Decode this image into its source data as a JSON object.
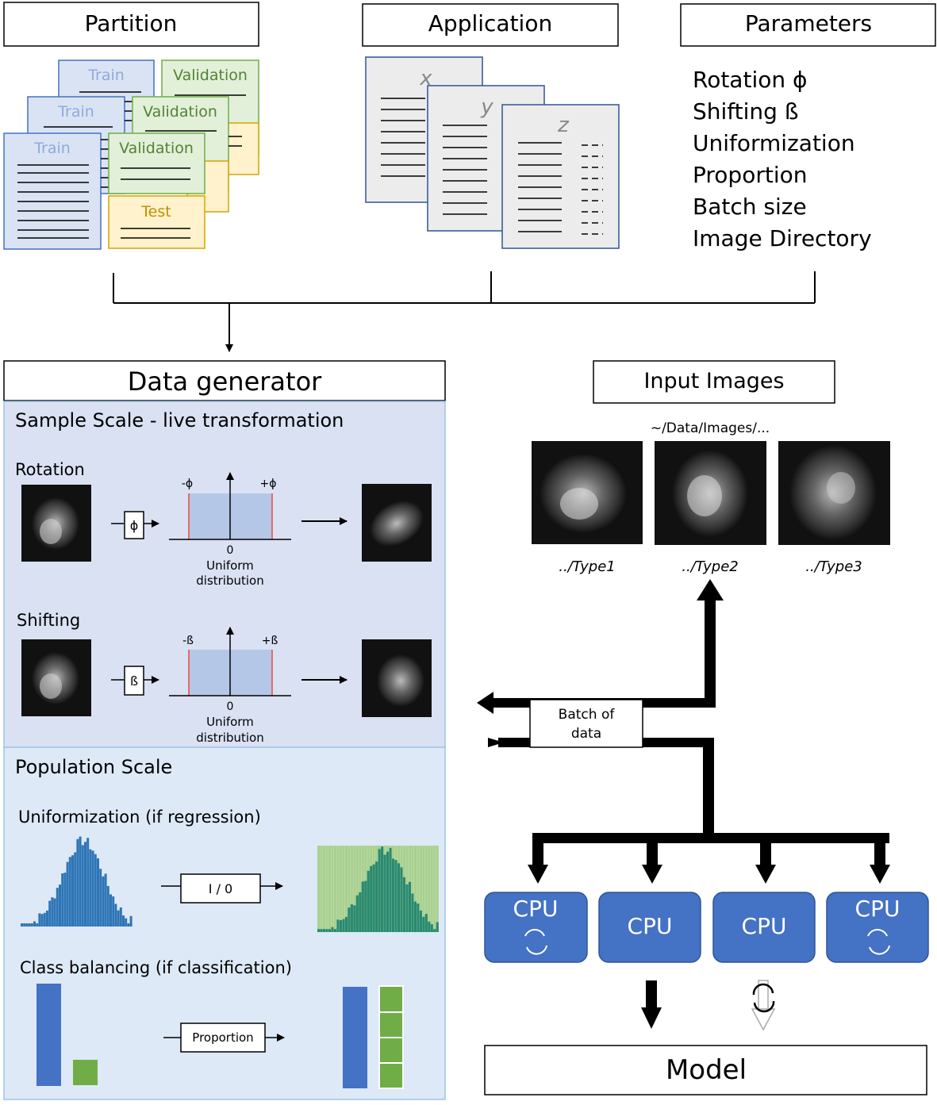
{
  "headers": {
    "partition": "Partition",
    "application": "Application",
    "parameters": "Parameters",
    "data_generator": "Data generator",
    "input_images": "Input Images",
    "model": "Model"
  },
  "partition": {
    "train": "Train",
    "validation": "Validation",
    "test": "Test"
  },
  "application": {
    "x": "x",
    "y": "y",
    "z": "z"
  },
  "parameters": [
    "Rotation ϕ",
    "Shifting ß",
    "Uniformization",
    "Proportion",
    "Batch size",
    "Image Directory"
  ],
  "sample_scale": {
    "title": "Sample Scale - live transformation",
    "rotation": {
      "label": "Rotation",
      "box": "ϕ",
      "neg": "-ϕ",
      "pos": "+ϕ",
      "zero": "0",
      "dist1": "Uniform",
      "dist2": "distribution"
    },
    "shifting": {
      "label": "Shifting",
      "box": "ß",
      "neg": "-ß",
      "pos": "+ß",
      "zero": "0",
      "dist1": "Uniform",
      "dist2": "distribution"
    }
  },
  "population_scale": {
    "title": "Population Scale",
    "uniformization": "Uniformization (if regression)",
    "io_box": "I / 0",
    "class_balancing": "Class balancing  (if classification)",
    "proportion_box": "Proportion"
  },
  "input_images": {
    "path": "~/Data/Images/...",
    "types": [
      "../Type1",
      "../Type2",
      "../Type3"
    ]
  },
  "batch": {
    "line1": "Batch of",
    "line2": "data"
  },
  "cpus": [
    "CPU",
    "CPU",
    "CPU",
    "CPU"
  ],
  "colors": {
    "train": "#4472c4",
    "train_fill": "#dae3f3",
    "validation": "#70ad47",
    "validation_fill": "#e2f0d9",
    "test": "#d6a400",
    "test_fill": "#fff2cc",
    "sample_bg": "#dae1f3",
    "population_bg": "#dde9f6",
    "cpu": "#4472c4",
    "hist_blue": "#2e75b6",
    "hist_green": "#70ad47",
    "hist_teal": "#1f7a6a"
  }
}
